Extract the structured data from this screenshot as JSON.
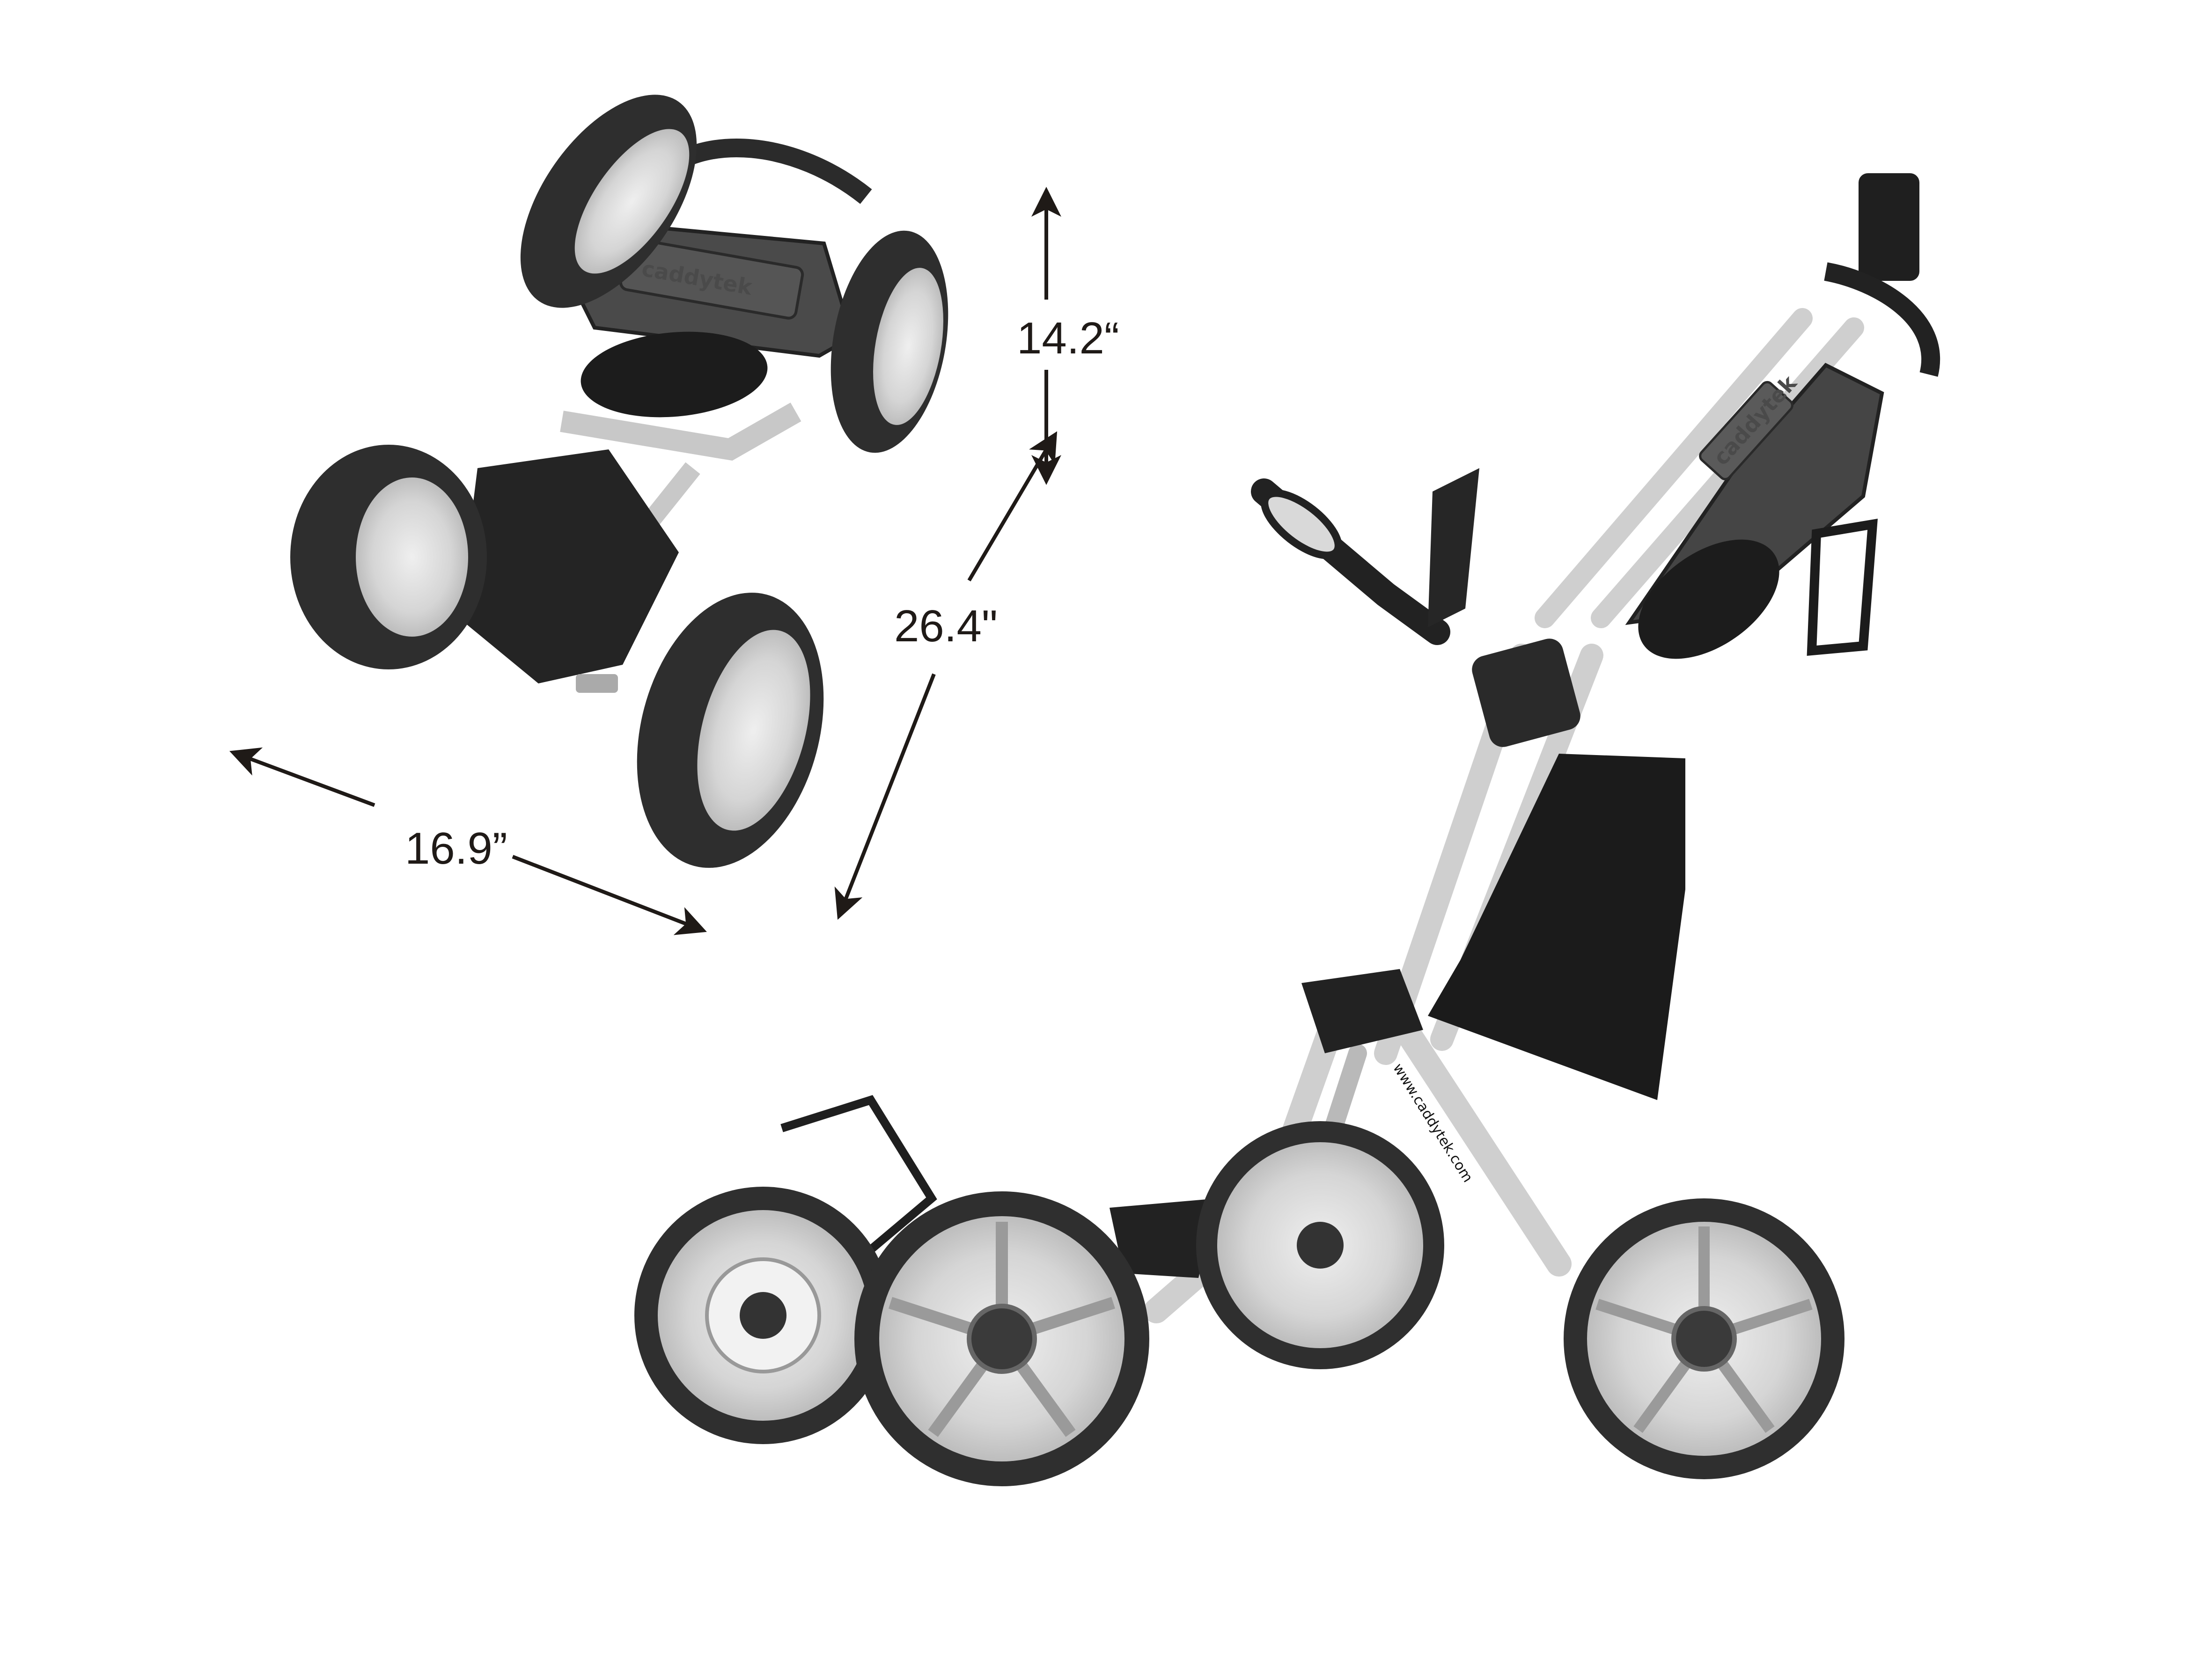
{
  "product": {
    "brand_logo": "caddytek",
    "frame_url": "www.caddytek.com"
  },
  "dimensions": {
    "height_folded": "14.2“",
    "length_folded": "26.4\"",
    "width_folded": "16.9”"
  },
  "colors": {
    "background": "#ffffff",
    "text": "#1f1a17",
    "frame_silver": "#c9c9c9",
    "tire_dark": "#2e2e2e",
    "rim_light": "#d8d8d8",
    "body_dark": "#3a3a3a"
  }
}
